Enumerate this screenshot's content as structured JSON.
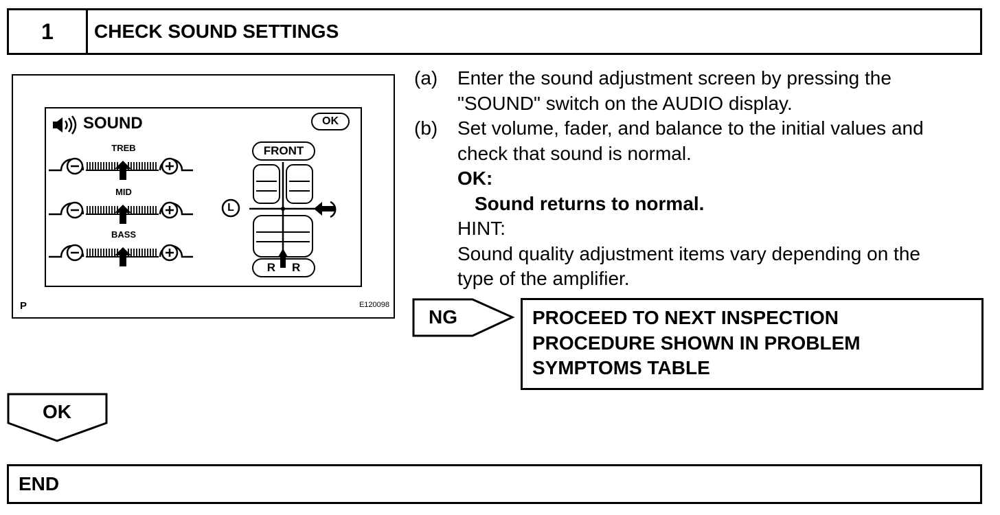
{
  "step": {
    "number": "1",
    "title": "CHECK SOUND SETTINGS"
  },
  "figure": {
    "corner_label": "P",
    "code": "E120098",
    "screen": {
      "title": "SOUND",
      "ok_button": "OK",
      "eq_labels": [
        "TREB",
        "MID",
        "BASS"
      ],
      "front_label": "FRONT",
      "rear_label": "R",
      "left_label": "L",
      "icons": [
        "speaker-icon",
        "minus-icon",
        "plus-icon",
        "up-arrow-icon",
        "left-arrow-icon",
        "car-seat-icon"
      ]
    }
  },
  "instructions": {
    "a_marker": "(a)",
    "a_line1": "Enter the sound adjustment screen by pressing the",
    "a_line2": "\"SOUND\" switch on the AUDIO display.",
    "b_marker": "(b)",
    "b_line1": "Set volume, fader, and balance to the initial values and",
    "b_line2": "check that sound is normal.",
    "ok_heading": "OK:",
    "ok_result": "Sound returns to normal.",
    "hint_label": "HINT:",
    "hint_line1": "Sound quality adjustment items vary depending on the",
    "hint_line2": "type of the amplifier."
  },
  "ng": {
    "label": "NG",
    "line1": "PROCEED TO NEXT INSPECTION",
    "line2": "PROCEDURE SHOWN IN PROBLEM",
    "line3": "SYMPTOMS TABLE"
  },
  "ok_flow": {
    "label": "OK"
  },
  "end": {
    "label": "END"
  }
}
